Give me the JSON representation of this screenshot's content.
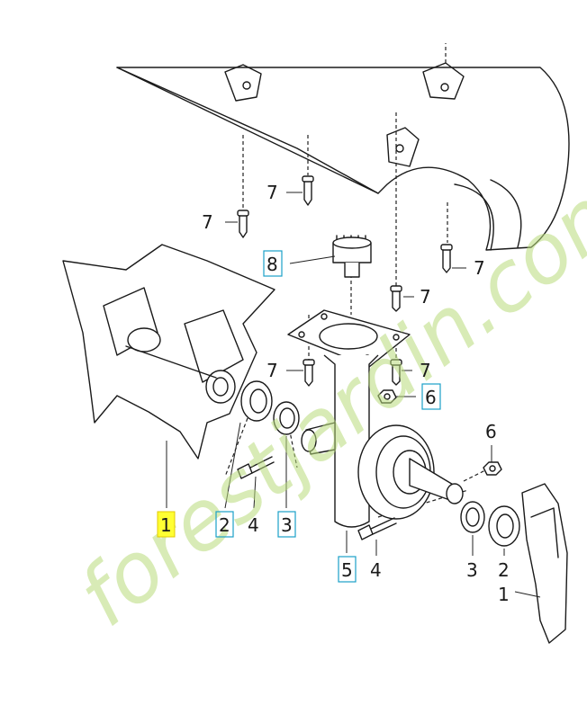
{
  "watermark": "forestjardin.com",
  "callouts": [
    {
      "id": "c1-left",
      "label": "1",
      "style": "highlight"
    },
    {
      "id": "c1-right",
      "label": "1",
      "style": "plain"
    },
    {
      "id": "c2-left",
      "label": "2",
      "style": "outline"
    },
    {
      "id": "c2-right",
      "label": "2",
      "style": "plain"
    },
    {
      "id": "c3-left",
      "label": "3",
      "style": "outline"
    },
    {
      "id": "c3-right",
      "label": "3",
      "style": "plain"
    },
    {
      "id": "c4-left",
      "label": "4",
      "style": "plain"
    },
    {
      "id": "c4-right",
      "label": "4",
      "style": "plain"
    },
    {
      "id": "c5",
      "label": "5",
      "style": "outline"
    },
    {
      "id": "c6-box",
      "label": "6",
      "style": "outline"
    },
    {
      "id": "c6-plain",
      "label": "6",
      "style": "plain"
    },
    {
      "id": "c7-a",
      "label": "7",
      "style": "plain"
    },
    {
      "id": "c7-b",
      "label": "7",
      "style": "plain"
    },
    {
      "id": "c7-c",
      "label": "7",
      "style": "plain"
    },
    {
      "id": "c7-d",
      "label": "7",
      "style": "plain"
    },
    {
      "id": "c7-e",
      "label": "7",
      "style": "plain"
    },
    {
      "id": "c7-f",
      "label": "7",
      "style": "plain"
    },
    {
      "id": "c8",
      "label": "8",
      "style": "outline"
    }
  ],
  "colors": {
    "highlight": "#ffff33",
    "outline": "#1aa1c8",
    "watermark": "#b9dc7c"
  }
}
